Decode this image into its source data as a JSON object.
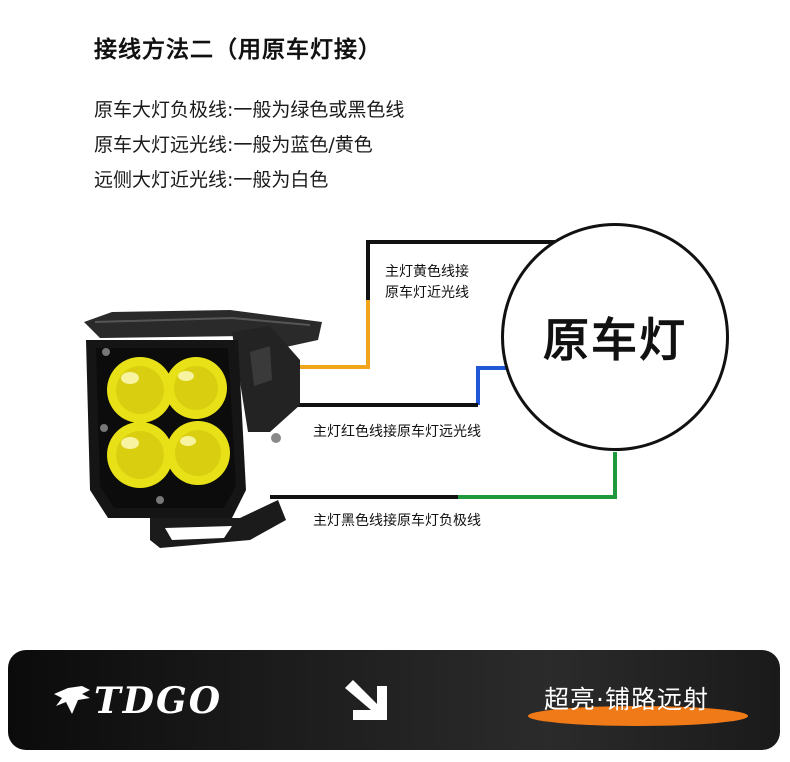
{
  "title": "接线方法二（用原车灯接）",
  "descriptions": [
    "原车大灯负极线:一般为绿色或黑色线",
    "原车大灯远光线:一般为蓝色/黄色",
    "远侧大灯近光线:一般为白色"
  ],
  "wires": {
    "top_label_line1": "主灯黄色线接",
    "top_label_line2": "原车灯近光线",
    "mid_label": "主灯红色线接原车灯远光线",
    "bottom_label": "主灯黑色线接原车灯负极线"
  },
  "circle_label": "原车灯",
  "footer": {
    "brand": "TDGO",
    "slogan": "超亮·铺路远射"
  },
  "colors": {
    "wire_black": "#111111",
    "wire_yellow": "#f0a51a",
    "wire_blue": "#1f57d6",
    "wire_green": "#1e9a3c",
    "lens_yellow": "#e9e117",
    "accent_orange": "#f07a17"
  }
}
